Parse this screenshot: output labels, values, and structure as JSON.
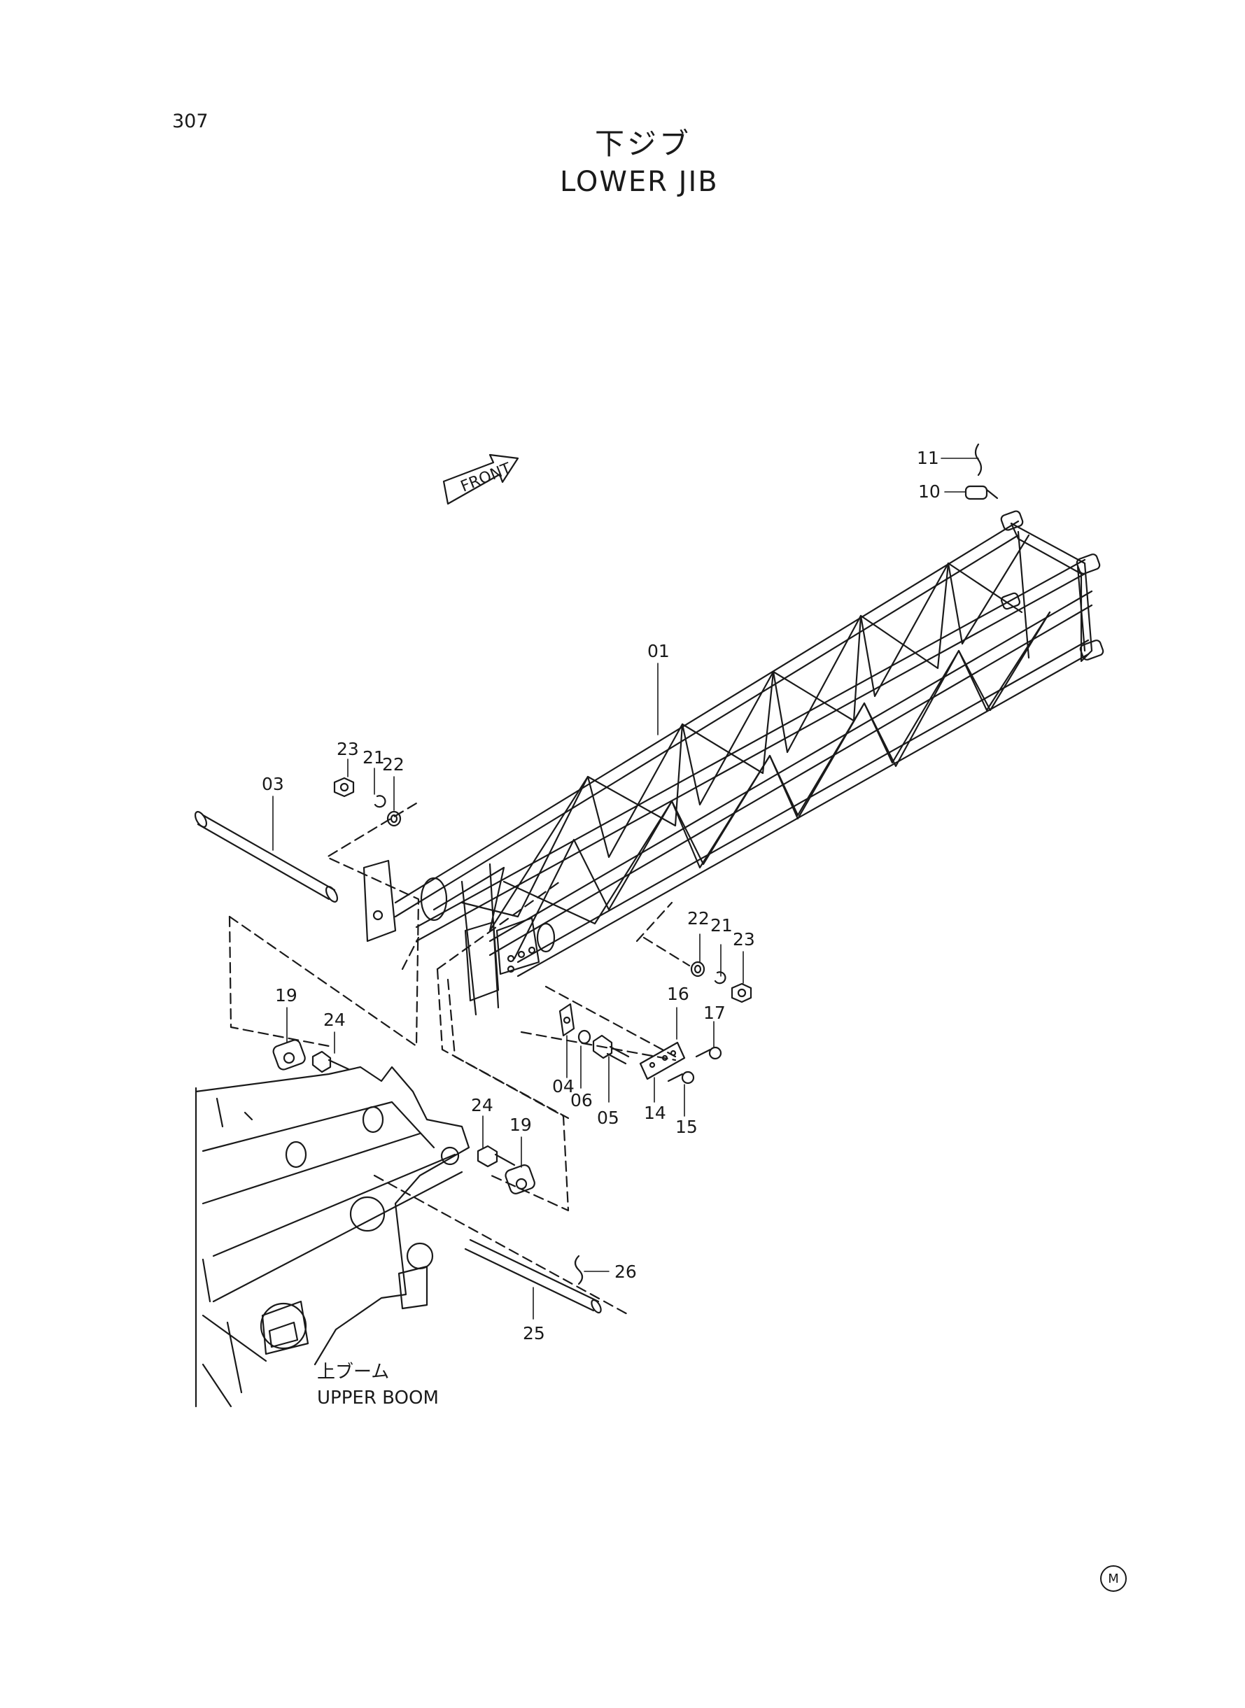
{
  "page": {
    "number": "307"
  },
  "title": {
    "japanese": "下ジブ",
    "english": "LOWER JIB"
  },
  "front_arrow": {
    "label": "FRONT"
  },
  "upper_boom": {
    "japanese": "上ブーム",
    "english": "UPPER BOOM"
  },
  "mark": {
    "symbol": "M"
  },
  "callouts": [
    {
      "id": "01",
      "text": "01"
    },
    {
      "id": "03",
      "text": "03"
    },
    {
      "id": "04",
      "text": "04"
    },
    {
      "id": "05",
      "text": "05"
    },
    {
      "id": "06",
      "text": "06"
    },
    {
      "id": "10",
      "text": "10"
    },
    {
      "id": "11",
      "text": "11"
    },
    {
      "id": "14",
      "text": "14"
    },
    {
      "id": "15",
      "text": "15"
    },
    {
      "id": "16",
      "text": "16"
    },
    {
      "id": "17",
      "text": "17"
    },
    {
      "id": "19a",
      "text": "19"
    },
    {
      "id": "19b",
      "text": "19"
    },
    {
      "id": "21a",
      "text": "21"
    },
    {
      "id": "21b",
      "text": "21"
    },
    {
      "id": "22a",
      "text": "22"
    },
    {
      "id": "22b",
      "text": "22"
    },
    {
      "id": "23a",
      "text": "23"
    },
    {
      "id": "23b",
      "text": "23"
    },
    {
      "id": "24a",
      "text": "24"
    },
    {
      "id": "24b",
      "text": "24"
    },
    {
      "id": "25",
      "text": "25"
    },
    {
      "id": "26",
      "text": "26"
    }
  ]
}
